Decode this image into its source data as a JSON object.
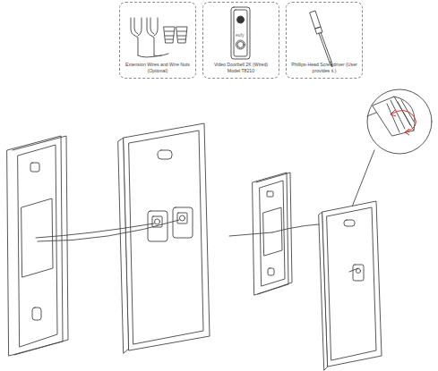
{
  "diagram": {
    "nodes": [
      {
        "text": [
          "Extension Wires and Wire Nuts (Optional)"
        ]
      },
      {
        "text": [
          "Video Doorbell 2K (Wired) Model:T8210"
        ]
      },
      {
        "text": [
          "Phillips-Head Screwdriver (User provides it.)"
        ]
      }
    ],
    "labels": [
      "eufy"
    ]
  }
}
